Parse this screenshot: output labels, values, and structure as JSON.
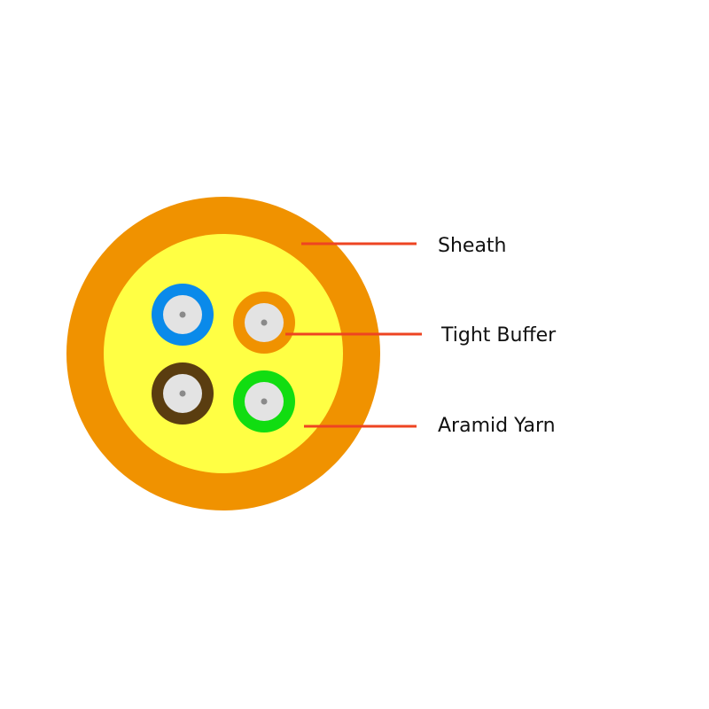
{
  "labels": {
    "sheath": "Sheath",
    "tight_buffer": "Tight Buffer",
    "aramid_yarn": "Aramid Yarn"
  },
  "colors": {
    "sheath": "#f09200",
    "aramid_yarn": "#ffff44",
    "leader_line": "#ee4422",
    "fiber_core": "#e3e3e3",
    "fiber_center": "#8a8a8a",
    "buffer_blue": "#0a8aea",
    "buffer_orange": "#f09200",
    "buffer_brown": "#5a3d10",
    "buffer_green": "#11dd11"
  },
  "fibers": [
    {
      "name": "fiber-blue",
      "buffer_color": "blue"
    },
    {
      "name": "fiber-orange",
      "buffer_color": "orange"
    },
    {
      "name": "fiber-brown",
      "buffer_color": "brown"
    },
    {
      "name": "fiber-green",
      "buffer_color": "green"
    }
  ]
}
